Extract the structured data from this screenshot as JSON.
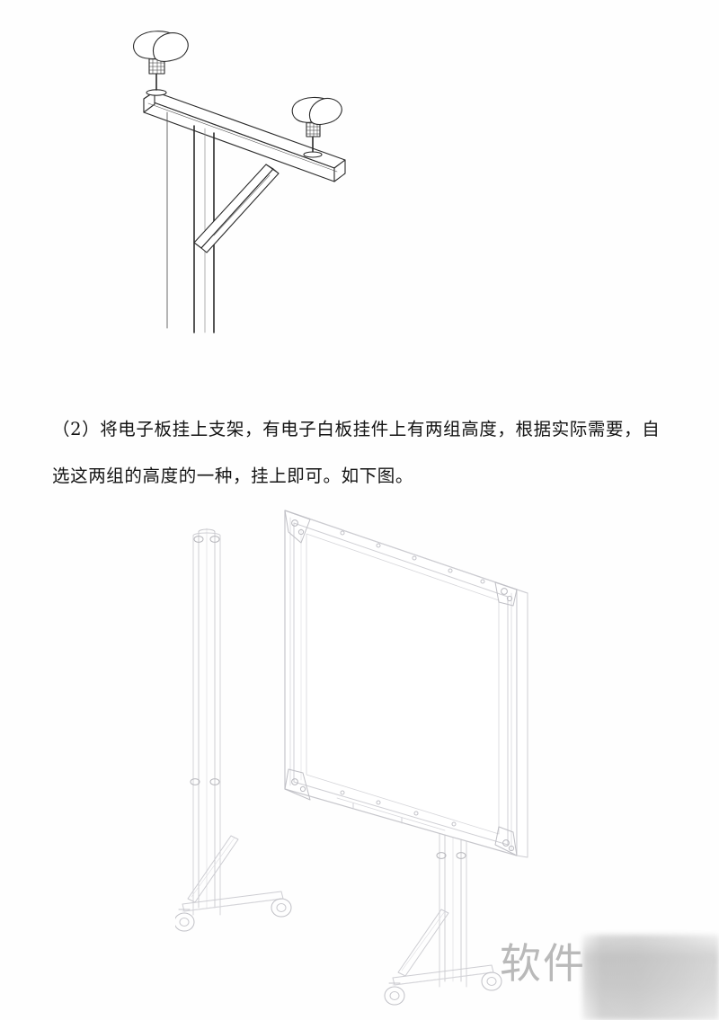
{
  "document": {
    "type": "installation-manual-page",
    "background_color": "#ffffff",
    "text_color": "#141414"
  },
  "instructions": {
    "step_number": "（2）",
    "line1": "（2）将电子板挂上支架，有电子白板挂件上有两组高度，根据实际需要，自",
    "line2": "选这两组的高度的一种，挂上即可。如下图。"
  },
  "figure_bracket": {
    "caption": "",
    "description": "wall-mounted horizontal bracket arm with two thumb-screw hooks",
    "line_color": "#2a2a2a",
    "fill_color": "#ffffff",
    "parts": [
      "horizontal-beam",
      "vertical-post",
      "diagonal-brace",
      "hook-knob-left",
      "hook-knob-right"
    ]
  },
  "figure_whiteboard": {
    "caption": "",
    "description": "interactive whiteboard hung on a rolling floor stand",
    "line_color": "#c8c8cc",
    "frame_color": "#d2d2d6",
    "board_fill": "#ffffff",
    "parts": [
      "board-frame",
      "board-surface",
      "left-upright-post",
      "right-upright-post",
      "left-base-foot",
      "right-base-foot",
      "diagonal-support-left",
      "diagonal-support-right",
      "caster-wheels",
      "height-adjust-knobs-upper",
      "height-adjust-knobs-lower"
    ]
  },
  "watermark": {
    "text": "软件",
    "color": "#b9b9b9",
    "obscured": true
  }
}
